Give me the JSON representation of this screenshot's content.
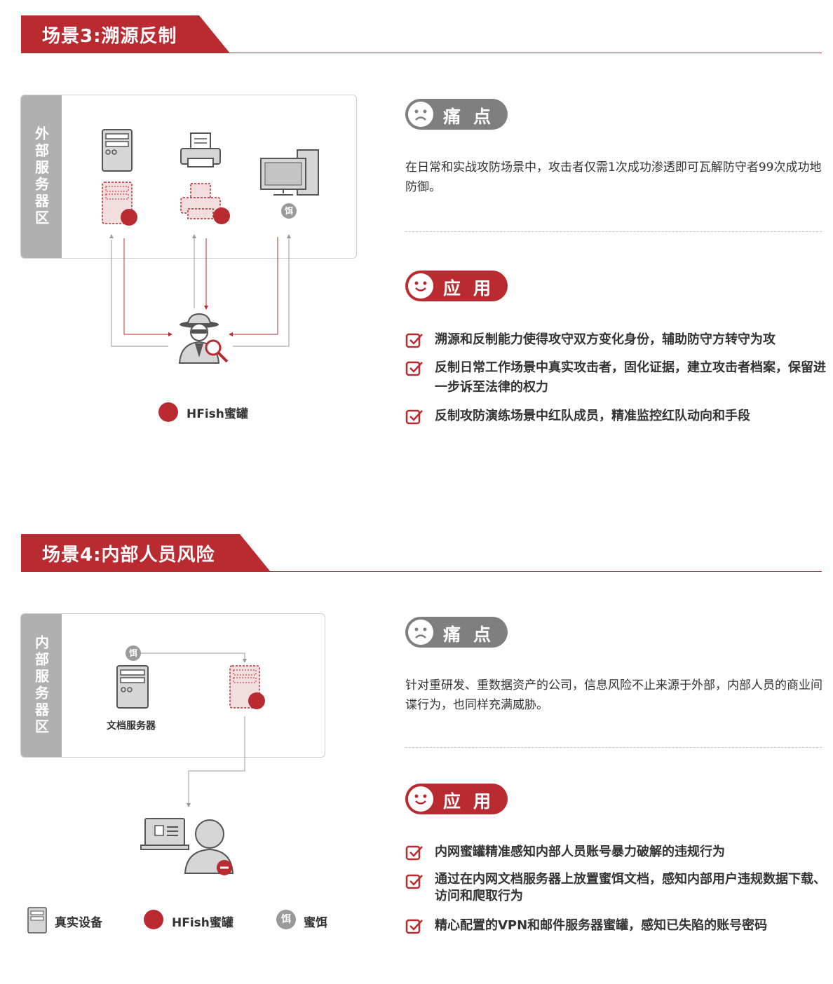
{
  "scene3": {
    "title": "场景3:溯源反制",
    "zone_label": "外部服务器区",
    "hfish_label": "HFish蜜罐",
    "bait_label": "饵",
    "pain_label": "痛点",
    "pain_text": "在日常和实战攻防场景中，攻击者仅需1次成功渗透即可瓦解防守者99次成功地防御。",
    "app_label": "应用",
    "applications": [
      "溯源和反制能力使得攻守双方变化身份，辅助防守方转守为攻",
      "反制日常工作场景中真实攻击者，固化证据，建立攻击者档案，保留进一步诉至法律的权力",
      "反制攻防演练场景中红队成员，精准监控红队动向和手段"
    ]
  },
  "scene4": {
    "title": "场景4:内部人员风险",
    "zone_label": "内部服务器区",
    "server_label": "文档服务器",
    "bait_label": "饵",
    "pain_label": "痛点",
    "pain_text": "针对重研发、重数据资产的公司，信息风险不止来源于外部，内部人员的商业间谍行为，也同样充满威胁。",
    "app_label": "应用",
    "applications": [
      "内网蜜罐精准感知内部人员账号暴力破解的违规行为",
      "通过在内网文档服务器上放置蜜饵文档，感知内部用户违规数据下载、访问和爬取行为",
      "精心配置的VPN和邮件服务器蜜罐，感知已失陷的账号密码"
    ]
  },
  "legend": {
    "real_device": "真实设备",
    "hfish": "HFish蜜罐",
    "bait_icon": "饵",
    "bait": "蜜饵"
  },
  "colors": {
    "accent": "#b92a31",
    "gray": "#9a9a9a"
  }
}
